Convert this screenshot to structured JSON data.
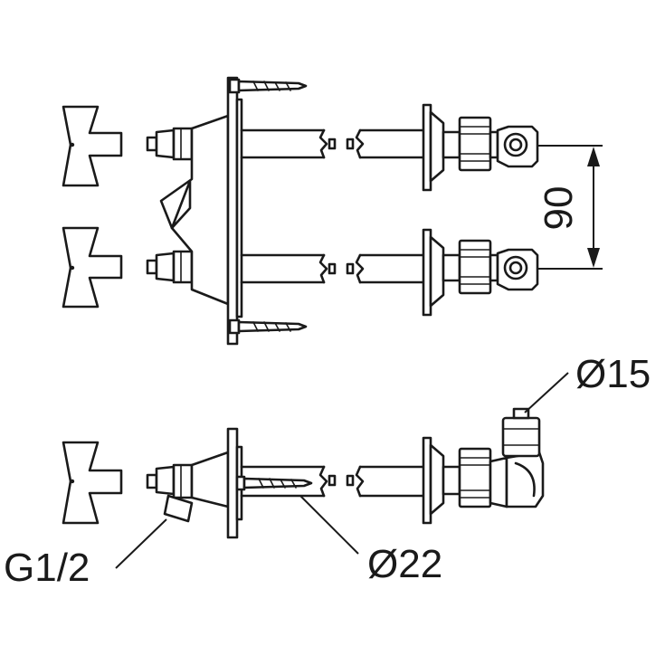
{
  "dimension": {
    "spacing": "90"
  },
  "callouts": {
    "outlet_diameter": "Ø15",
    "pipe_diameter": "Ø22",
    "thread": "G1/2"
  },
  "colors": {
    "line": "#1a1a1a",
    "background": "#ffffff"
  }
}
